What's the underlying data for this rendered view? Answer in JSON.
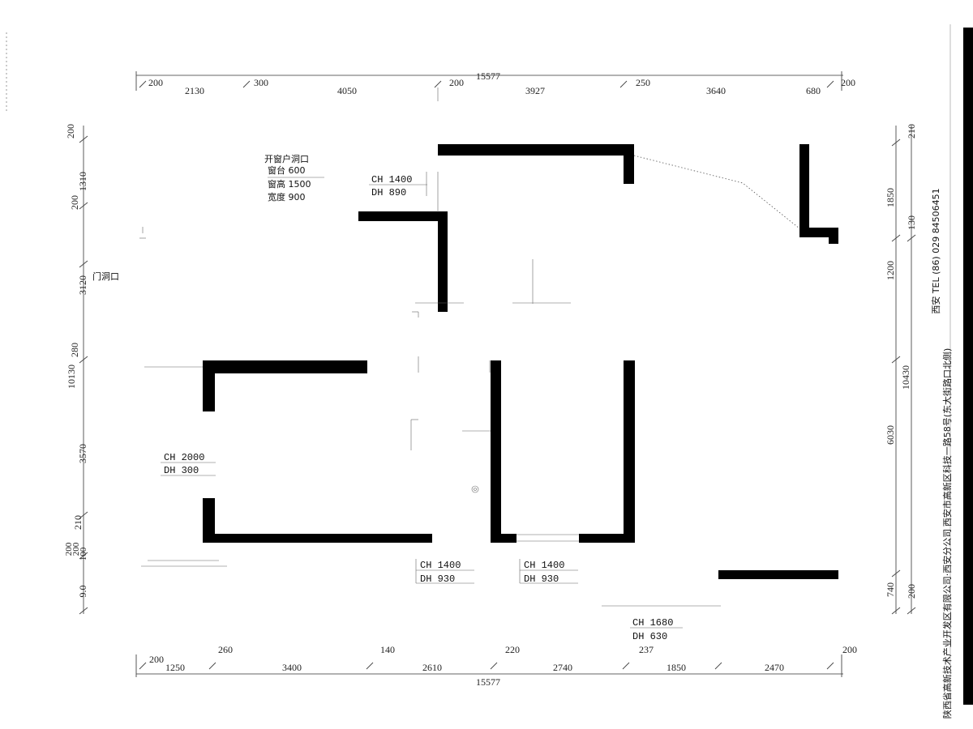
{
  "dimensions": {
    "top_total": "15577",
    "top_segments": [
      "2130",
      "4050",
      "3927",
      "3640",
      "680"
    ],
    "top_offsets": [
      "200",
      "300",
      "200",
      "250",
      "200"
    ],
    "bottom_total": "15577",
    "bottom_segments": [
      "1250",
      "3400",
      "2610",
      "2740",
      "1850",
      "2470"
    ],
    "bottom_offsets": [
      "200",
      "260",
      "140",
      "220",
      "237",
      "200"
    ],
    "left": [
      "200",
      "1310",
      "200",
      "3120",
      "280",
      "10130",
      "3570",
      "210",
      "200",
      "200",
      "100",
      "9.0"
    ],
    "right": [
      "210",
      "1850",
      "130",
      "1200",
      "10430",
      "6030",
      "740",
      "200"
    ]
  },
  "annotations": {
    "window_title": "开窗户洞口",
    "window_sill": "窗台 600",
    "window_height": "窗高 1500",
    "window_width": "宽度 900",
    "door_label": "门洞口",
    "op1_ch": "CH 1400",
    "op1_dh": "DH 890",
    "op2_ch": "CH 2000",
    "op2_dh": "DH 300",
    "op3_ch": "CH 1400",
    "op3_dh": "DH 930",
    "op4_ch": "CH 1400",
    "op4_dh": "DH 930",
    "op5_ch": "CH 1680",
    "op5_dh": "DH 630"
  },
  "side_text": {
    "right_1": "西安 TEL (86) 029 84506451",
    "right_2": "西安市高新区科技一路58号(东大街路口北侧)",
    "right_3": "陕西省高新技术产业开发区有限公司·西安分公司"
  }
}
